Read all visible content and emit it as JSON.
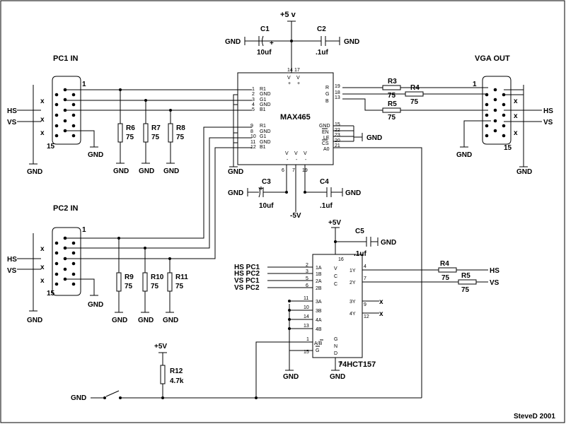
{
  "supply_top": "+5 v",
  "c1": {
    "name": "C1",
    "value": "10uf"
  },
  "c2": {
    "name": "C2",
    "value": ".1uf"
  },
  "c3": {
    "name": "C3",
    "value": "10uf"
  },
  "c4": {
    "name": "C4",
    "value": ".1uf"
  },
  "c5": {
    "name": "C5",
    "value": ".1uf"
  },
  "gnd": "GND",
  "neg5": "-5V",
  "plus5": "+5V",
  "pc1_title": "PC1 IN",
  "pc2_title": "PC2 IN",
  "vga_title": "VGA OUT",
  "hs": "HS",
  "vs": "VS",
  "pin1": "1",
  "pin15": "15",
  "x_mark": "x",
  "plus": "+",
  "r_val": "75",
  "r3": "R3",
  "r4": "R4",
  "r5": "R5",
  "r6": "R6",
  "r7": "R7",
  "r8": "R8",
  "r9": "R9",
  "r10": "R10",
  "r11": "R11",
  "r4b": "R4",
  "r5b": "R5",
  "r12": {
    "name": "R12",
    "value": "4.7k"
  },
  "max465": {
    "name": "MAX465",
    "left_pins_a": [
      "1",
      "2",
      "3",
      "4",
      "5"
    ],
    "left_names_a": [
      "R1",
      "GND",
      "G1",
      "GND",
      "B1"
    ],
    "left_pins_b": [
      "9",
      "8",
      "10",
      "11",
      "12"
    ],
    "left_names_b": [
      "R1",
      "GND",
      "G1",
      "GND",
      "B1"
    ],
    "right_pins_rgb": [
      "19",
      "18",
      "13"
    ],
    "right_names_rgb": [
      "R",
      "G",
      "B"
    ],
    "right_pins_ctrl": [
      "15",
      "22",
      "23",
      "20",
      "21"
    ],
    "right_names_ctrl": [
      "GND",
      "EN",
      "LE",
      "CS",
      "A0"
    ],
    "top_pins": [
      "14",
      "17"
    ],
    "bottom_pins": [
      "6",
      "7",
      "19"
    ],
    "v_plus": "V +",
    "v_minus": "V -"
  },
  "hct157": {
    "name": "74HCT157",
    "inputs": [
      {
        "net": "HS PC1",
        "pin": "2",
        "name": "1A"
      },
      {
        "net": "HS PC2",
        "pin": "3",
        "name": "1B"
      },
      {
        "net": "VS PC1",
        "pin": "5",
        "name": "2A"
      },
      {
        "net": "VS PC2",
        "pin": "6",
        "name": "2B"
      }
    ],
    "unused": [
      {
        "pin": "11",
        "name": "3A"
      },
      {
        "pin": "10",
        "name": "3B"
      },
      {
        "pin": "14",
        "name": "4A"
      },
      {
        "pin": "13",
        "name": "4B"
      }
    ],
    "sel": {
      "pin": "1",
      "name": "A/B"
    },
    "g": {
      "pin": "15",
      "name": "G"
    },
    "vcc_pin": "16",
    "gnd_pin": "8",
    "vcc_letters": [
      "V",
      "C",
      "C"
    ],
    "gnd_letters": [
      "G",
      "N",
      "D"
    ],
    "outputs": [
      {
        "pin": "4",
        "name": "1Y"
      },
      {
        "pin": "7",
        "name": "2Y"
      },
      {
        "pin": "9",
        "name": "3Y"
      },
      {
        "pin": "12",
        "name": "4Y"
      }
    ]
  },
  "signature": "SteveD 2001"
}
